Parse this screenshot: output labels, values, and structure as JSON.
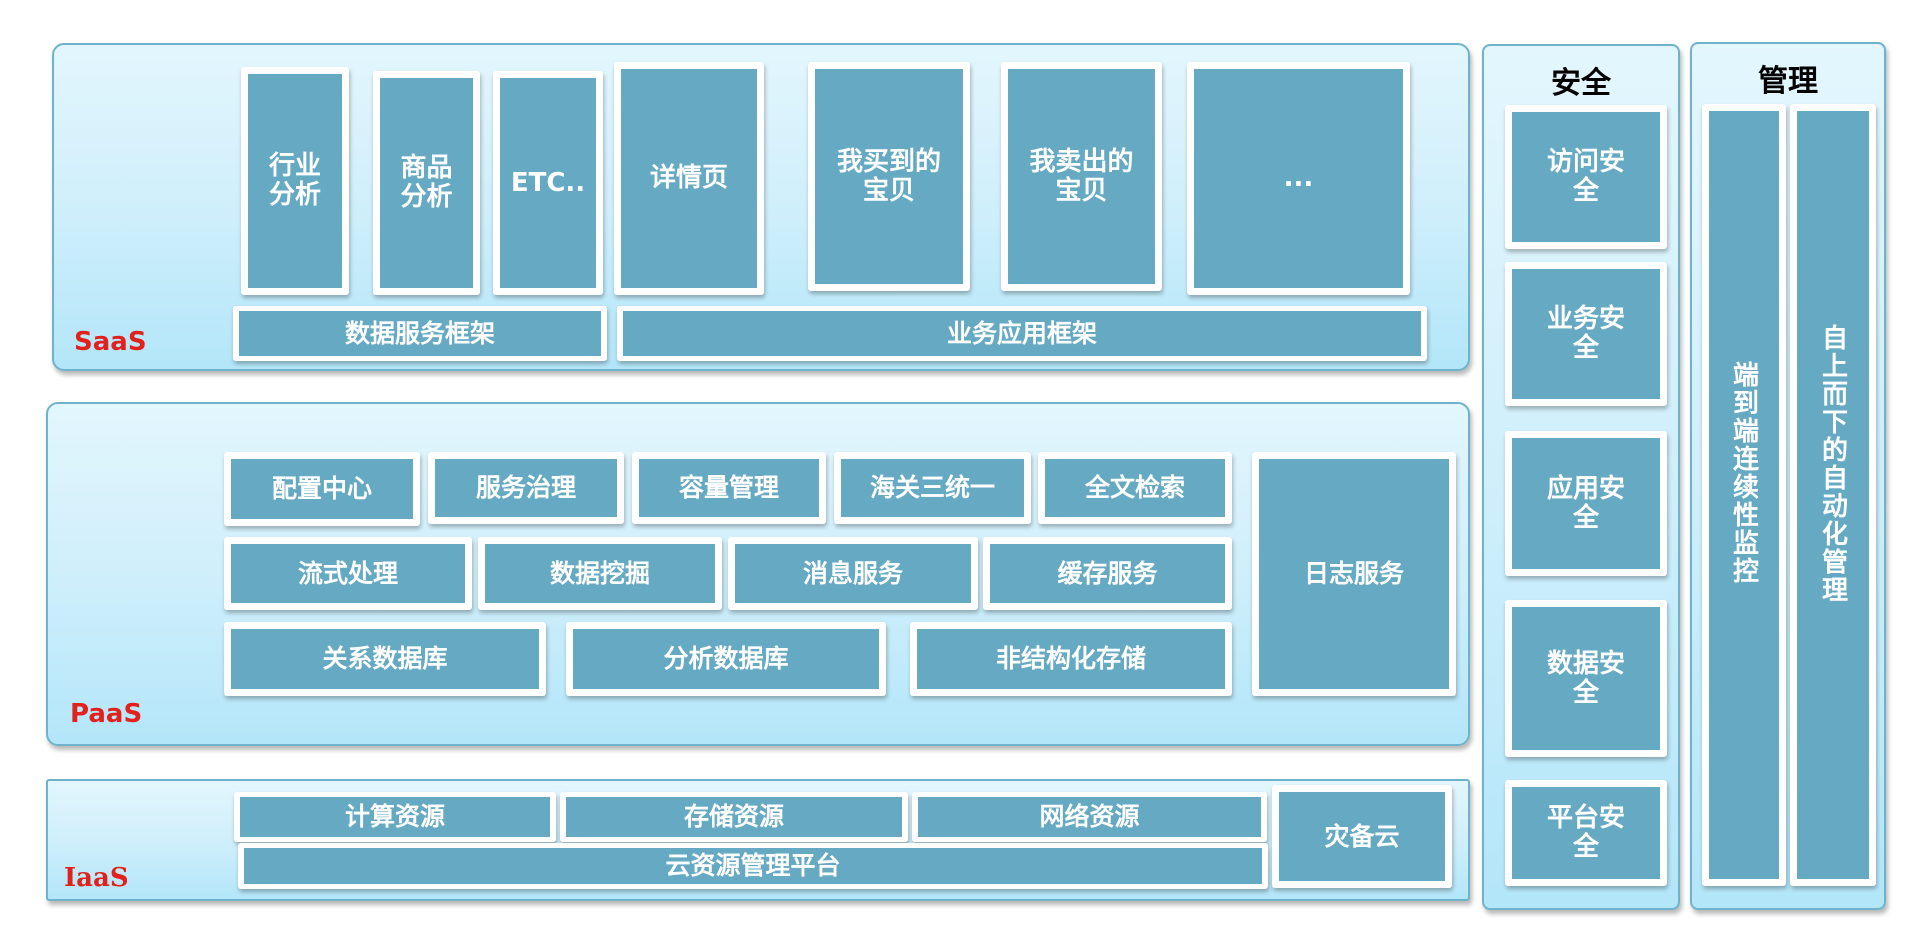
{
  "colors": {
    "tile": "#65a9c3",
    "tile_text": "#ffffff",
    "layer_label": "#e2201c",
    "panel_border": "#6fb2cc"
  },
  "saas": {
    "label": "SaaS",
    "apps": [
      "行业\n分析",
      "商品\n分析",
      "ETC..",
      "详情页",
      "我买到的\n宝贝",
      "我卖出的\n宝贝",
      "..."
    ],
    "frameworks": [
      "数据服务框架",
      "业务应用框架"
    ]
  },
  "paas": {
    "label": "PaaS",
    "row1": [
      "配置中心",
      "服务治理",
      "容量管理",
      "海关三统一",
      "全文检索"
    ],
    "row2": [
      "流式处理",
      "数据挖掘",
      "消息服务",
      "缓存服务"
    ],
    "row3": [
      "关系数据库",
      "分析数据库",
      "非结构化存储"
    ],
    "side": "日志服务"
  },
  "iaas": {
    "label": "IaaS",
    "resources": [
      "计算资源",
      "存储资源",
      "网络资源"
    ],
    "platform": "云资源管理平台",
    "disaster_recovery": "灾备云"
  },
  "security": {
    "title": "安全",
    "items": [
      "访问安\n全",
      "业务安\n全",
      "应用安\n全",
      "数据安\n全",
      "平台安\n全"
    ]
  },
  "management": {
    "title": "管理",
    "items": [
      "端到端连续性监控",
      "自上而下的自动化管理"
    ]
  }
}
